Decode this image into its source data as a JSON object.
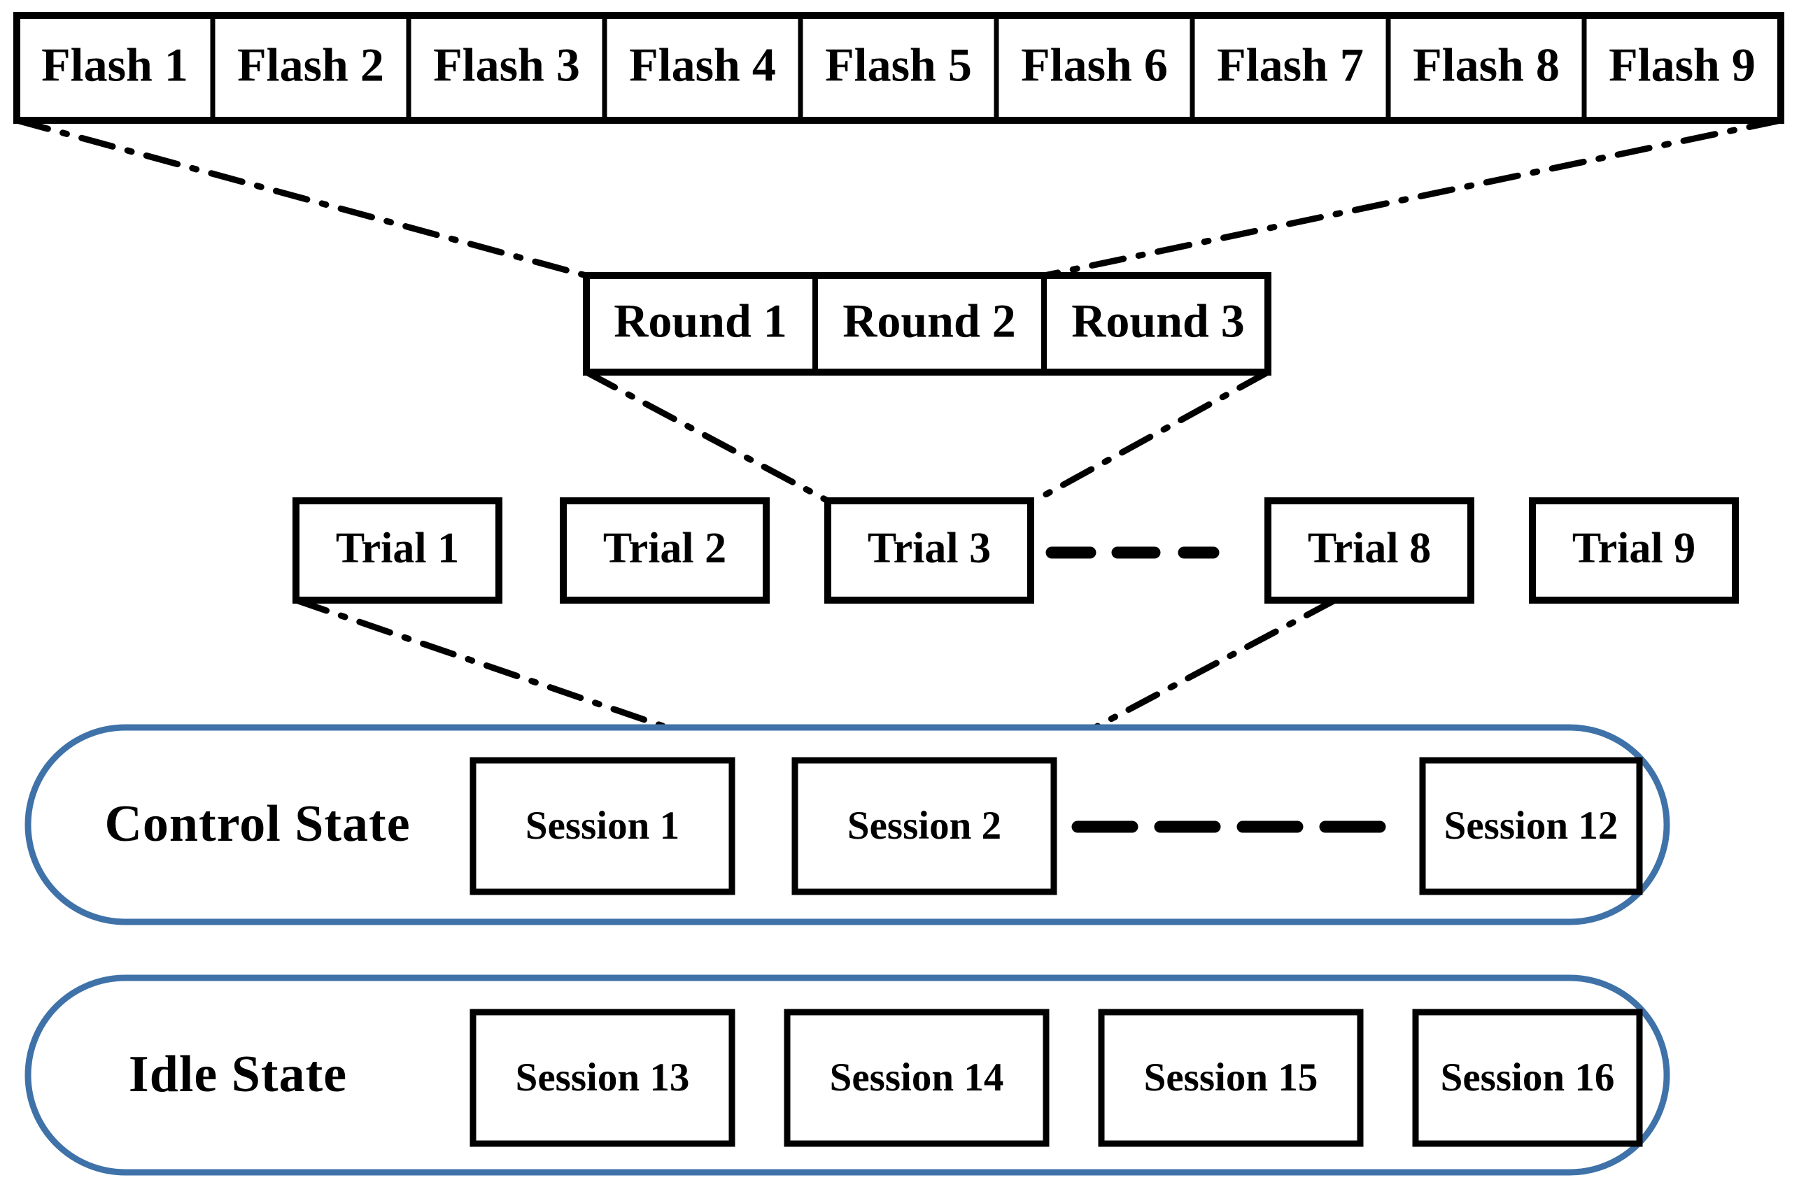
{
  "diagram": {
    "title": "BCI experiment hierarchy: Flash / Round / Trial / Session",
    "accent_color": "#3f72a8",
    "line_color": "#000000",
    "background": "#ffffff"
  },
  "flash_row": {
    "name": "flash-row",
    "items": [
      {
        "label": "Flash 1"
      },
      {
        "label": "Flash 2"
      },
      {
        "label": "Flash 3"
      },
      {
        "label": "Flash 4"
      },
      {
        "label": "Flash 5"
      },
      {
        "label": "Flash 6"
      },
      {
        "label": "Flash 7"
      },
      {
        "label": "Flash 8"
      },
      {
        "label": "Flash 9"
      }
    ]
  },
  "round_row": {
    "name": "round-row",
    "items": [
      {
        "label": "Round 1"
      },
      {
        "label": "Round 2"
      },
      {
        "label": "Round 3"
      }
    ]
  },
  "trial_row": {
    "name": "trial-row",
    "items": [
      {
        "label": "Trial 1"
      },
      {
        "label": "Trial 2"
      },
      {
        "label": "Trial 3"
      },
      {
        "label": "Trial 8"
      },
      {
        "label": "Trial 9"
      }
    ],
    "ellipsis_between": "Trial 3 and Trial 8",
    "ellipsis_dashes": 3
  },
  "control_state": {
    "name": "control-state",
    "label": "Control State",
    "items": [
      {
        "label": "Session 1"
      },
      {
        "label": "Session 2"
      },
      {
        "label": "Session 12"
      }
    ],
    "ellipsis_between": "Session 2 and Session 12",
    "ellipsis_dashes": 5
  },
  "idle_state": {
    "name": "idle-state",
    "label": "Idle State",
    "items": [
      {
        "label": "Session 13"
      },
      {
        "label": "Session 14"
      },
      {
        "label": "Session 15"
      },
      {
        "label": "Session 16"
      }
    ]
  },
  "connectors": [
    {
      "from": "flash-row-left",
      "to": "round-row-left"
    },
    {
      "from": "flash-row-right",
      "to": "round-2-3-boundary"
    },
    {
      "from": "round-row-left",
      "to": "trial-3-left"
    },
    {
      "from": "round-row-right",
      "to": "trial-3-right"
    },
    {
      "from": "trial-1-left",
      "to": "control-session-2-left"
    },
    {
      "from": "trial-9-right",
      "to": "control-session-2-right"
    }
  ]
}
